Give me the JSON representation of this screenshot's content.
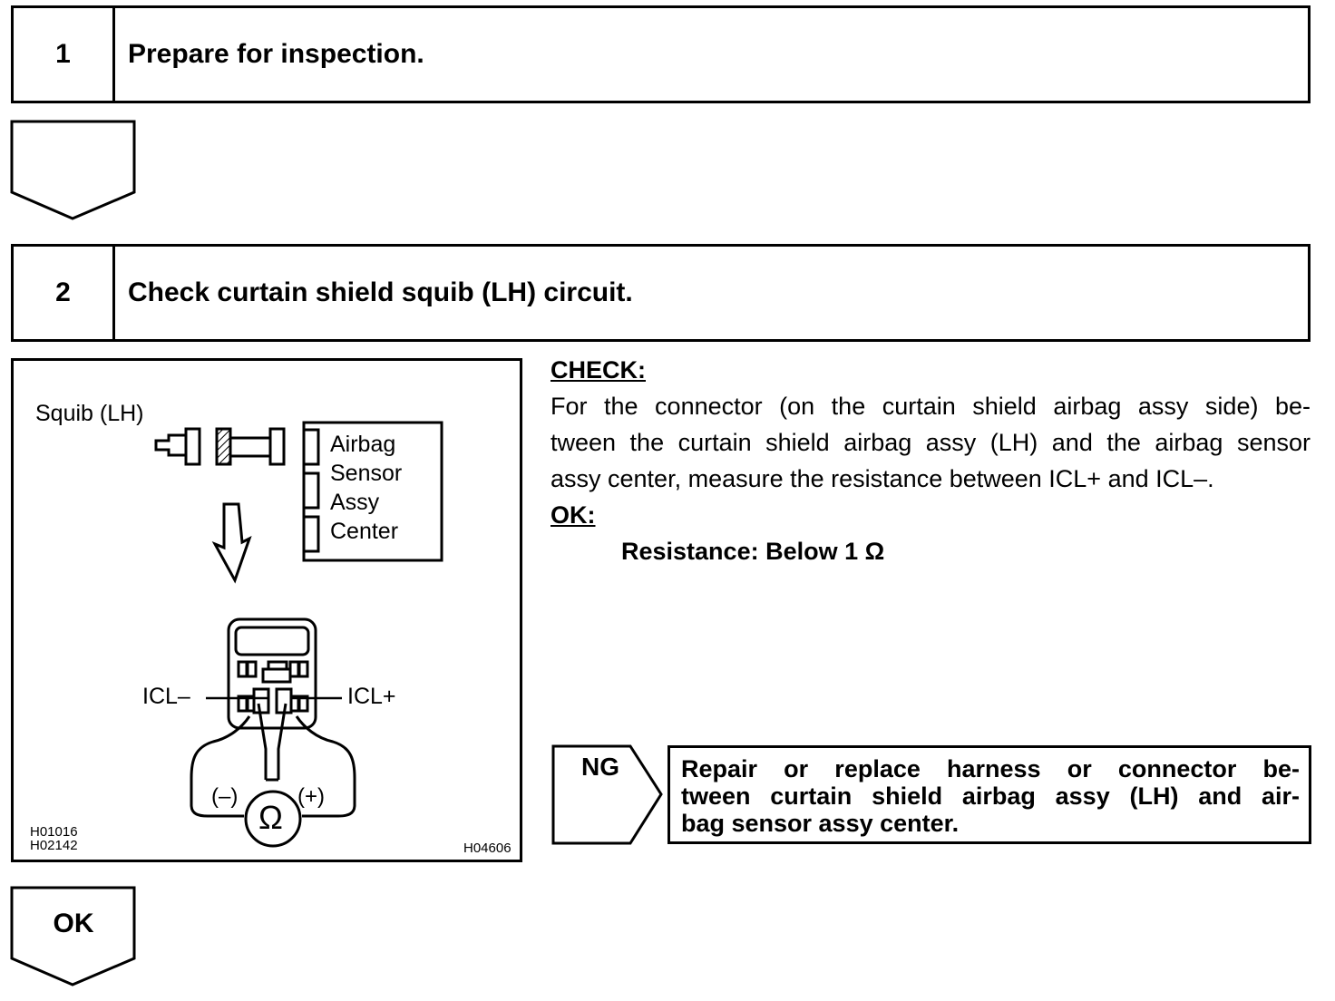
{
  "steps": [
    {
      "number": "1",
      "title": "Prepare for inspection."
    },
    {
      "number": "2",
      "title": "Check curtain shield squib (LH) circuit."
    }
  ],
  "diagram": {
    "squib_label": "Squib (LH)",
    "sensor_label_lines": [
      "Airbag",
      "Sensor",
      "Assy",
      "Center"
    ],
    "icl_minus": "ICL–",
    "icl_plus": "ICL+",
    "meter_minus": "(–)",
    "meter_plus": "(+)",
    "ohm_symbol": "Ω",
    "codes_left": [
      "H01016",
      "H02142"
    ],
    "code_right": "H04606"
  },
  "check": {
    "heading": "CHECK:",
    "lines": [
      "For the connector (on the curtain shield airbag assy side) be-",
      "tween the curtain shield airbag assy (LH) and the airbag sensor",
      "assy center, measure the resistance between ICL+ and ICL–."
    ],
    "ok_heading": "OK:",
    "ok_value": "Resistance: Below 1 Ω"
  },
  "ng": {
    "label": "NG",
    "action_lines": [
      "Repair or replace harness or connector be-",
      "tween curtain shield airbag assy (LH) and air-",
      "bag sensor assy center."
    ]
  },
  "ok_arrow": {
    "label": "OK"
  }
}
